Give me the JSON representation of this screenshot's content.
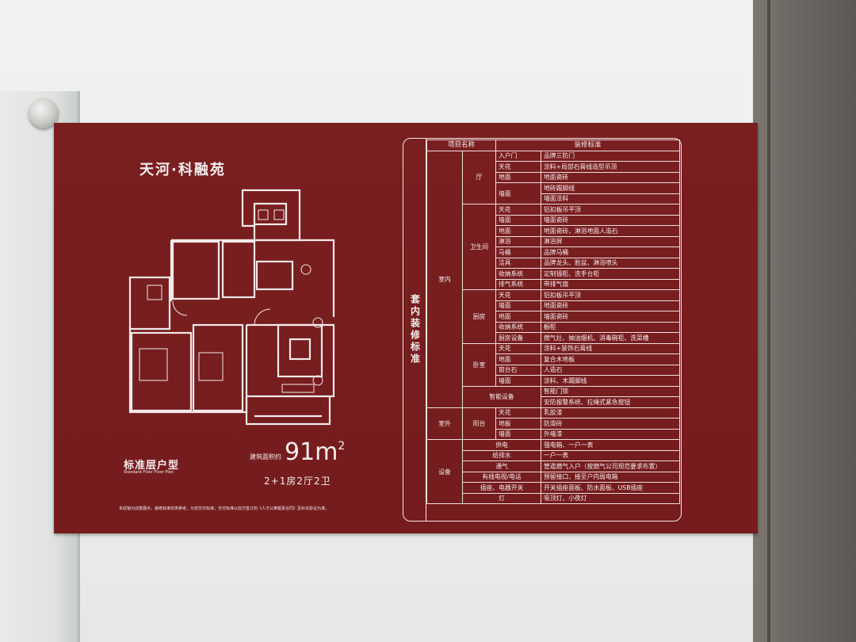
{
  "project_name": "天河·科融苑",
  "layout": {
    "type_cn": "标准层户型",
    "type_en": "Standard Floor Floor Plan",
    "area_label": "建筑面积约",
    "area_value": "91m",
    "area_unit_sup": "2",
    "rooms": "2+1房2厅2卫"
  },
  "footnote": "本促销为创意展示，装修标准仅供参考，为非交付标准，交付标准以双方签订的《人才公寓租赁合同》及补充协议为准。",
  "spec": {
    "vertical_title": "套内装修标准",
    "header": {
      "item": "项目名称",
      "standard": "装修标准"
    },
    "rows": [
      {
        "g1": "室内",
        "g2": "厅",
        "item": "入户门",
        "value": "品牌三防门"
      },
      {
        "item": "天花",
        "value": "涂料+局部石膏线造型吊顶"
      },
      {
        "item": "地面",
        "value": "地面瓷砖"
      },
      {
        "item": "墙面",
        "value": "地砖踢脚线"
      },
      {
        "value": "墙面涂料"
      },
      {
        "g2": "卫生间",
        "item": "天花",
        "value": "铝扣板吊平顶"
      },
      {
        "item": "墙面",
        "value": "墙面瓷砖"
      },
      {
        "item": "地面",
        "value": "地面瓷砖、淋浴地面人造石"
      },
      {
        "item": "淋浴",
        "value": "淋浴屏"
      },
      {
        "item": "马桶",
        "value": "品牌马桶"
      },
      {
        "item": "洁具",
        "value": "品牌龙头、脸盆、淋浴喷头"
      },
      {
        "item": "收纳系统",
        "value": "定制镜柜、洗手台柜"
      },
      {
        "item": "排气系统",
        "value": "带排气扇"
      },
      {
        "g2": "厨房",
        "item": "天花",
        "value": "铝扣板吊平顶"
      },
      {
        "item": "墙面",
        "value": "地面瓷砖"
      },
      {
        "item": "地面",
        "value": "墙面瓷砖"
      },
      {
        "item": "收纳系统",
        "value": "橱柜"
      },
      {
        "item": "厨房设备",
        "value": "燃气灶、抽油烟机、消毒碗柜、洗菜槽"
      },
      {
        "g2": "卧室",
        "item": "天花",
        "value": "涂料+装饰石膏线"
      },
      {
        "item": "地面",
        "value": "复合木地板"
      },
      {
        "item": "窗台石",
        "value": "人造石"
      },
      {
        "item": "墙面",
        "value": "涂料、木踢脚线"
      },
      {
        "g2": "智能设备",
        "value": "智能门锁"
      },
      {
        "value": "安防报警系统、拉绳式紧急按钮"
      },
      {
        "g1": "室外",
        "g2": "阳台",
        "item": "天花",
        "value": "乳胶漆"
      },
      {
        "item": "地板",
        "value": "防滑砖"
      },
      {
        "item": "墙面",
        "value": "外墙漆"
      },
      {
        "g1": "设备",
        "g2": "供电",
        "value": "强电箱、一户一表"
      },
      {
        "g2": "给排水",
        "value": "一户一表"
      },
      {
        "g2": "通气",
        "value": "管道燃气入户（按燃气公司规范要求布置）"
      },
      {
        "g2": "有线电视/电话",
        "value": "预留接口、接至户内弱电箱"
      },
      {
        "g2": "插座、电器开关",
        "value": "开关插座面板、防水面板、USB插座"
      },
      {
        "g2": "灯",
        "value": "吸顶灯、小夜灯"
      }
    ]
  }
}
